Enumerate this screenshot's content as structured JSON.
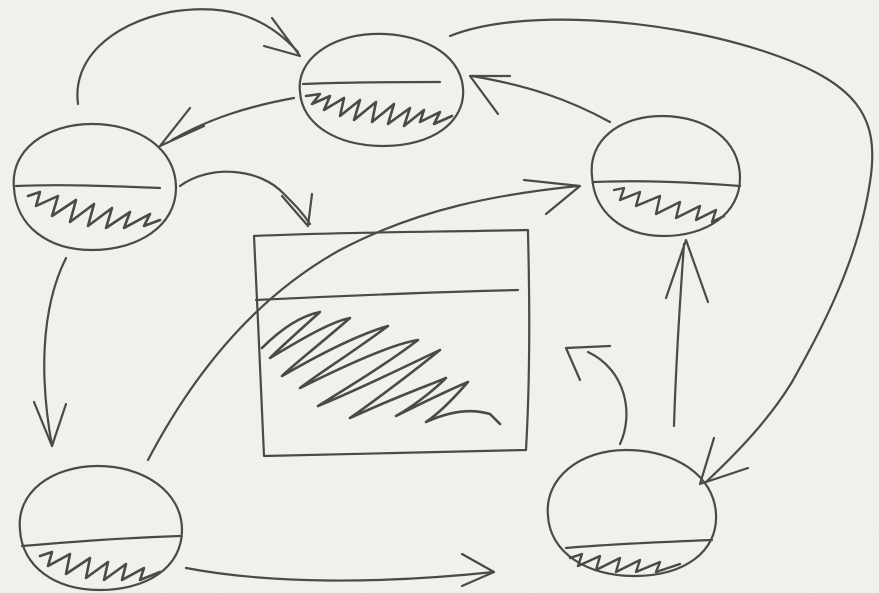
{
  "diagram": {
    "type": "hand-drawn concept sketch",
    "nodes": [
      {
        "id": "top",
        "shape": "circle",
        "content": "scribble"
      },
      {
        "id": "left",
        "shape": "circle",
        "content": "scribble"
      },
      {
        "id": "right",
        "shape": "circle",
        "content": "scribble"
      },
      {
        "id": "bottom-left",
        "shape": "circle",
        "content": "scribble"
      },
      {
        "id": "bottom-right",
        "shape": "circle",
        "content": "scribble"
      },
      {
        "id": "center",
        "shape": "rectangle",
        "content": "scribble"
      }
    ],
    "edges": [
      {
        "from": "left",
        "to": "top"
      },
      {
        "from": "top",
        "to": "left"
      },
      {
        "from": "right",
        "to": "top"
      },
      {
        "from": "top",
        "to": "bottom-right"
      },
      {
        "from": "left",
        "to": "center"
      },
      {
        "from": "left",
        "to": "bottom-left"
      },
      {
        "from": "bottom-left",
        "to": "right"
      },
      {
        "from": "bottom-left",
        "to": "bottom-right"
      },
      {
        "from": "bottom-right",
        "to": "right"
      },
      {
        "from": "bottom-right",
        "to": "center"
      }
    ]
  },
  "colors": {
    "paper": "#f3f2ee",
    "ink": "#4a4a4a",
    "ink_light": "#6a6a6a"
  }
}
